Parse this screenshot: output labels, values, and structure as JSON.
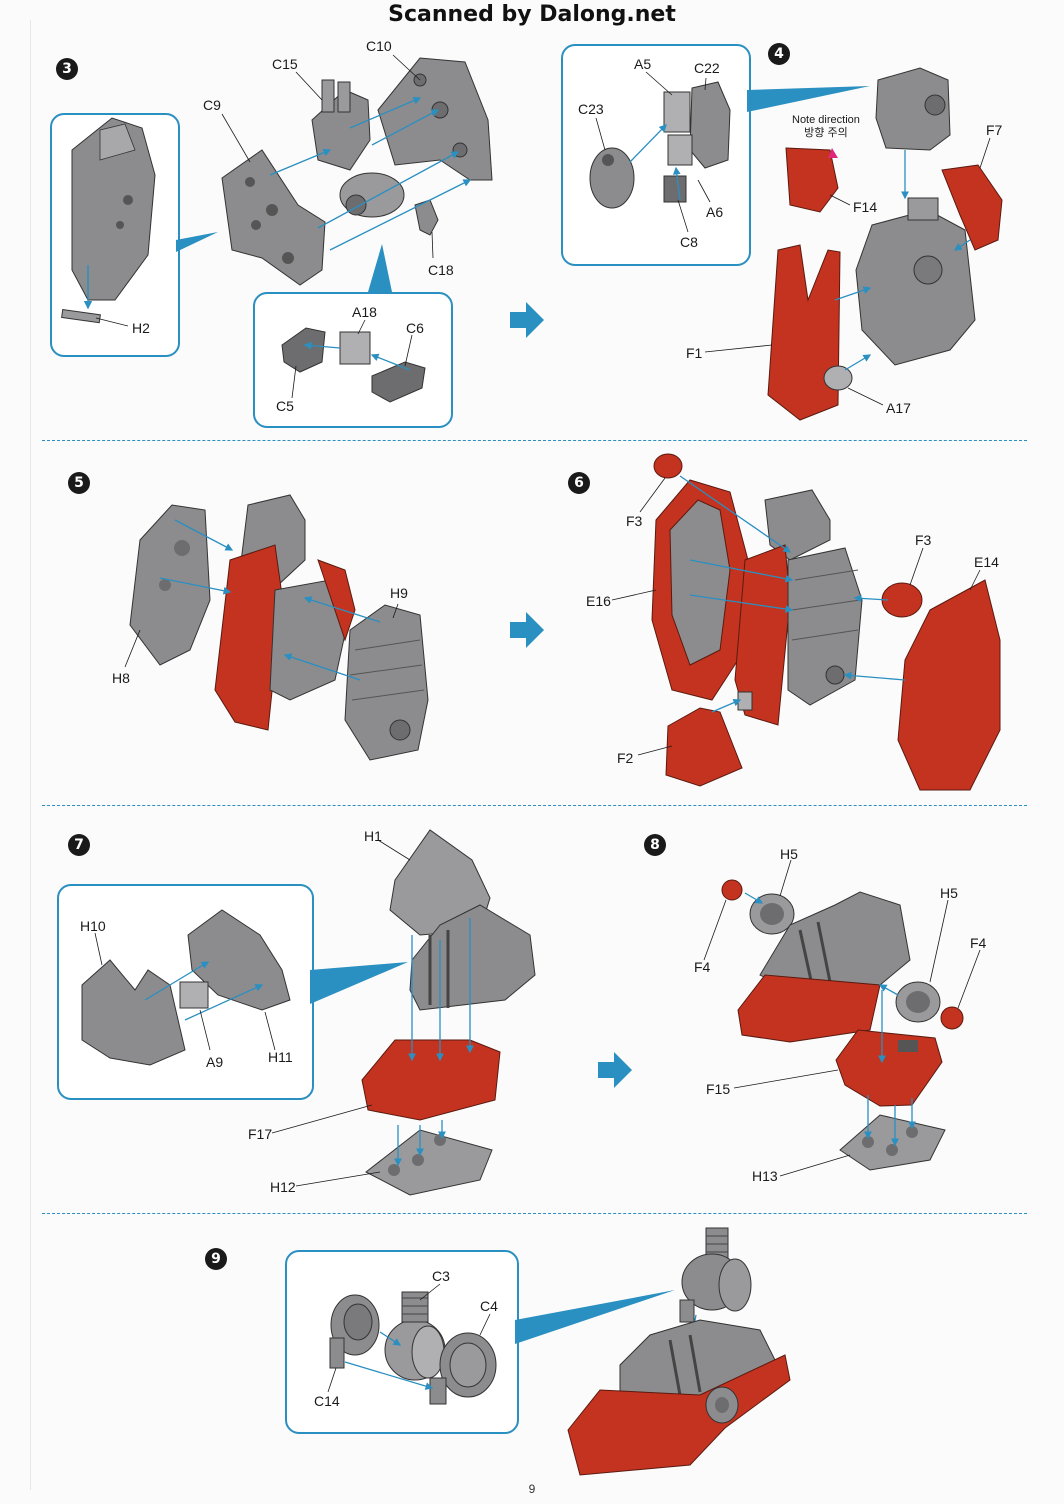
{
  "header": {
    "scan_credit": "Scanned by Dalong.net"
  },
  "page_number": "9",
  "colors": {
    "accent_blue": "#2a8fc1",
    "part_gray": "#8c8c8e",
    "part_red": "#c4331f"
  },
  "steps": [
    {
      "number": "3",
      "labels": [
        "C10",
        "C15",
        "C9",
        "C18",
        "H2",
        "A18",
        "C6",
        "C5"
      ]
    },
    {
      "number": "4",
      "labels": [
        "A5",
        "C22",
        "C23",
        "A6",
        "C8",
        "F7",
        "F14",
        "F1",
        "A17"
      ],
      "note": {
        "line1": "Note direction",
        "line2": "방향 주의"
      }
    },
    {
      "number": "5",
      "labels": [
        "H9",
        "H8"
      ]
    },
    {
      "number": "6",
      "labels": [
        "F3",
        "F3",
        "E14",
        "E16",
        "F2"
      ]
    },
    {
      "number": "7",
      "labels": [
        "H1",
        "H10",
        "A9",
        "H11",
        "F17",
        "H12"
      ]
    },
    {
      "number": "8",
      "labels": [
        "H5",
        "H5",
        "F4",
        "F4",
        "F15",
        "H13"
      ]
    },
    {
      "number": "9",
      "labels": [
        "C3",
        "C4",
        "C14"
      ]
    }
  ]
}
